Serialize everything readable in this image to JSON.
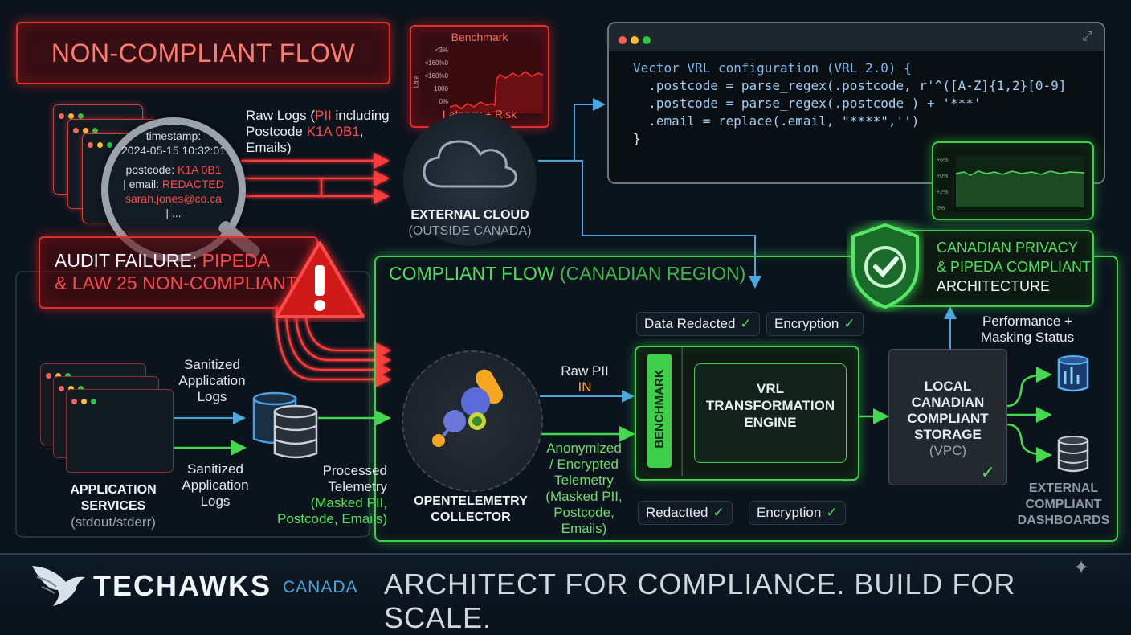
{
  "noncompliant": {
    "title": "NON-COMPLIANT FLOW",
    "raw_logs_prefix": "Raw Logs (",
    "raw_logs_pii": "PII",
    "raw_logs_mid": " including Postcode ",
    "raw_logs_code": "K1A 0B1",
    "raw_logs_suffix": ", Emails)",
    "magnifier": {
      "ts_label": "timestamp:",
      "ts_value": "2024-05-15 10:32:01",
      "postcode_label": "postcode: ",
      "postcode_value": "K1A 0B1",
      "email_label": "| email: ",
      "email_value": "REDACTED",
      "email_addr": "sarah.jones@co.ca",
      "ellipsis": "| ..."
    },
    "audit_prefix": "AUDIT FAILURE: ",
    "audit_red1": "PIPEDA",
    "audit_red2": "& LAW 25 NON-COMPLIANT"
  },
  "benchmark_chart": {
    "title": "Benchmark",
    "ticks": [
      "<3%",
      "<160%0",
      "<160%0",
      "1000",
      "0%"
    ],
    "ylabel": "Late",
    "caption": "Latency + Risk"
  },
  "cloud": {
    "title": "EXTERNAL CLOUD",
    "subtitle": "(OUTSIDE CANADA)"
  },
  "code": {
    "lines": [
      "Vector VRL configuration (VRL 2.0) {",
      "  .postcode = parse_regex(.postcode, r'^([A-Z]{1,2}[0-9]",
      "  .postcode = parse_regex(.postcode ) + '***'",
      "  .email = replace(.email, \"****\",'')",
      "}"
    ]
  },
  "mini_chart": {
    "ticks": [
      "+6%",
      "+0%",
      "+2%",
      "0%"
    ]
  },
  "compliant": {
    "title": "COMPLIANT FLOW",
    "region": "(CANADIAN REGION)",
    "badge_line1": "CANADIAN PRIVACY",
    "badge_line2": "& PIPEDA COMPLIANT",
    "badge_line3": "ARCHITECTURE",
    "chip_top1": "Data Redacted",
    "chip_top2": "Encryption",
    "chip_bot1": "Redactted",
    "chip_bot2": "Encryption",
    "check": "✓",
    "perf_line1": "Performance +",
    "perf_line2": "Masking Status"
  },
  "app": {
    "sanitized_top": [
      "Sanitized",
      "Application",
      "Logs"
    ],
    "sanitized_bottom": [
      "Sanitized",
      "Application",
      "Logs"
    ],
    "title_line1": "APPLICATION",
    "title_line2": "SERVICES",
    "subtitle": "(stdout/stderr)",
    "processed": [
      "Processed",
      "Telemetry"
    ],
    "processed_green": [
      "(Masked PII,",
      "Postcode, Emails)"
    ]
  },
  "otel": {
    "title_line1": "OPENTELEMETRY",
    "title_line2": "COLLECTOR",
    "raw_pii": "Raw PII",
    "raw_in": "IN",
    "anon": [
      "Anonymized",
      "/ Encrypted",
      "Telemetry",
      "(Masked PII,",
      "Postcode,",
      "Emails)"
    ]
  },
  "engine": {
    "benchmark": "BENCHMARK",
    "title": [
      "VRL",
      "TRANSFORMATION",
      "ENGINE"
    ]
  },
  "storage": {
    "title": [
      "LOCAL",
      "CANADIAN",
      "COMPLIANT",
      "STORAGE"
    ],
    "subtitle": "(VPC)"
  },
  "dashboards": {
    "title": [
      "EXTERNAL",
      "COMPLIANT",
      "DASHBOARDS"
    ]
  },
  "footer": {
    "brand": "TECHAWKS",
    "brand_sub": "CANADA",
    "tagline": "ARCHITECT FOR COMPLIANCE. BUILD FOR SCALE."
  },
  "colors": {
    "red": "#ff4a4a",
    "green": "#4ee05a",
    "blue": "#4aa8e0",
    "bg": "#0b131c"
  }
}
